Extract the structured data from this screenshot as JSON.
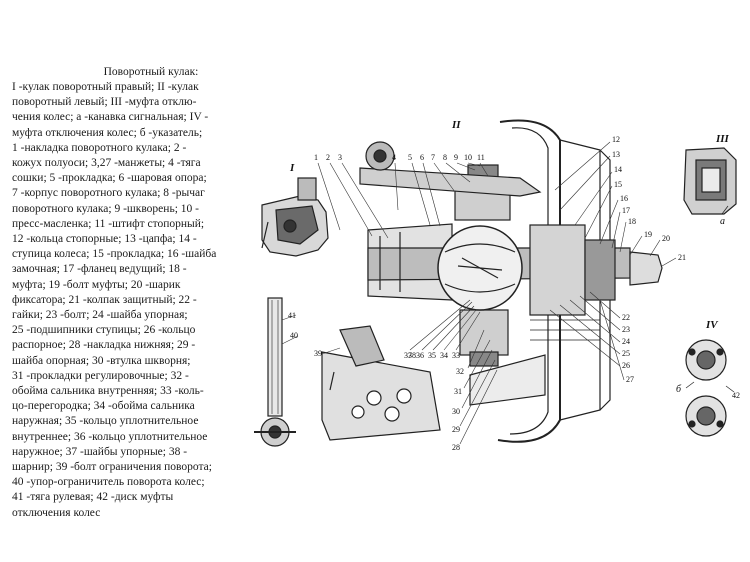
{
  "caption": {
    "title": "Поворотный кулак:",
    "lines": [
      "I -кулак поворотный правый; II -кулак",
      "поворотный левый; III -муфта отклю-",
      "чения колес; а -канавка сигнальная; IV -",
      "муфта отключения колес;  б -указатель;",
      "1 -накладка поворотного кулака; 2 -",
      "кожух полуоси; 3,27 -манжеты; 4 -тяга",
      "сошки; 5 -прокладка; 6 -шаровая опора;",
      "7 -корпус поворотного кулака; 8 -рычаг",
      "поворотного кулака; 9 -шкворень; 10 -",
      "пресс-масленка; 11 -штифт стопорный;",
      "12 -кольца стопорные; 13 -цапфа; 14 -",
      "ступица колеса; 15 -прокладка; 16 -шайба",
      "замочная;  17 -фланец ведущий;  18 -",
      "муфта;  19 -болт муфты;  20 -шарик",
      "фиксатора; 21 -колпак защитный; 22 -",
      "гайки;  23 -болт;  24 -шайба упорная;",
      "25 -подшипники ступицы; 26 -кольцо",
      "распорное; 28 -накладка нижняя; 29 -",
      "шайба опорная; 30 -втулка шкворня;",
      "31 -прокладки регулировочные; 32 -",
      "обойма сальника внутренняя; 33 -коль-",
      "цо-перегородка; 34 -обойма сальника",
      "наружная; 35 -кольцо уплотнительное",
      "внутреннее; 36 -кольцо уплотнительное",
      "наружное; 37 -шайбы упорные; 38 -",
      "шарнир; 39 -болт ограничения поворота;",
      "40 -упор-ограничитель поворота колес;",
      "41 -тяга рулевая;  42 -диск муфты",
      "отключения колес"
    ]
  },
  "views": {
    "I": "I",
    "II": "II",
    "III": "III",
    "IV": "IV",
    "a": "а",
    "b": "б"
  },
  "callouts": {
    "top": [
      "1",
      "2",
      "3",
      "4",
      "5",
      "6",
      "7",
      "8",
      "9",
      "10",
      "11"
    ],
    "right": [
      "12",
      "13",
      "14",
      "15",
      "16",
      "17",
      "18",
      "19",
      "20",
      "21"
    ],
    "right_low": [
      "22",
      "23",
      "24",
      "25",
      "26",
      "27"
    ],
    "bottom": [
      "37",
      "36",
      "35",
      "34",
      "33",
      "32",
      "31",
      "30",
      "29",
      "28"
    ],
    "left": [
      "41",
      "40",
      "39",
      "38"
    ],
    "iv": "42"
  }
}
